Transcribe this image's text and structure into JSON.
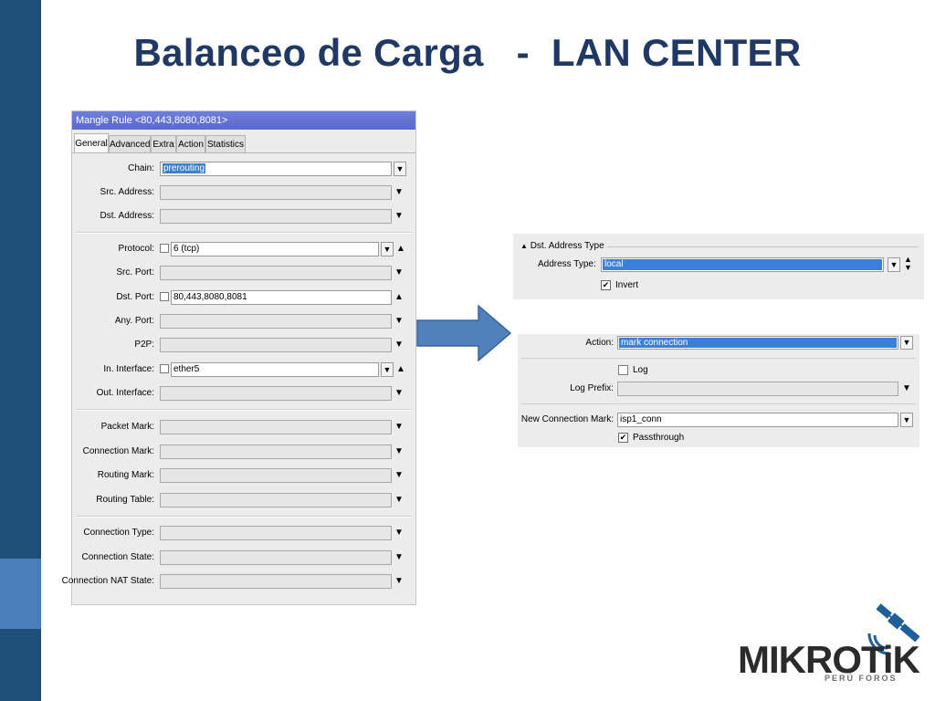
{
  "slide": {
    "title": "Balanceo de Carga   -  LAN CENTER",
    "colors": {
      "sidebar_dark": "#1f4e79",
      "sidebar_light": "#4a7ebb",
      "title": "#1f3864",
      "arrow": "#4f81bd",
      "selection": "#3a7fd9",
      "window_title": "#6372cf"
    }
  },
  "mangle_window": {
    "title": "Mangle Rule <80,443,8080,8081>",
    "tabs": [
      "General",
      "Advanced",
      "Extra",
      "Action",
      "Statistics"
    ],
    "active_tab": "General",
    "fields": {
      "chain": {
        "label": "Chain:",
        "value": "prerouting"
      },
      "src_address": {
        "label": "Src. Address:",
        "value": ""
      },
      "dst_address": {
        "label": "Dst. Address:",
        "value": ""
      },
      "protocol": {
        "label": "Protocol:",
        "value": "6 (tcp)"
      },
      "src_port": {
        "label": "Src. Port:",
        "value": ""
      },
      "dst_port": {
        "label": "Dst. Port:",
        "value": "80,443,8080,8081"
      },
      "any_port": {
        "label": "Any. Port:",
        "value": ""
      },
      "p2p": {
        "label": "P2P:",
        "value": ""
      },
      "in_interface": {
        "label": "In. Interface:",
        "value": "ether5"
      },
      "out_interface": {
        "label": "Out. Interface:",
        "value": ""
      },
      "packet_mark": {
        "label": "Packet Mark:",
        "value": ""
      },
      "connection_mark": {
        "label": "Connection Mark:",
        "value": ""
      },
      "routing_mark": {
        "label": "Routing Mark:",
        "value": ""
      },
      "routing_table": {
        "label": "Routing Table:",
        "value": ""
      },
      "connection_type": {
        "label": "Connection Type:",
        "value": ""
      },
      "connection_state": {
        "label": "Connection State:",
        "value": ""
      },
      "connection_nat_state": {
        "label": "Connection NAT State:",
        "value": ""
      }
    }
  },
  "dst_address_type_panel": {
    "group_label": "Dst. Address Type",
    "address_type_label": "Address Type:",
    "address_type_value": "local",
    "invert_label": "Invert",
    "invert_checked": true
  },
  "action_panel": {
    "action_label": "Action:",
    "action_value": "mark connection",
    "log_label": "Log",
    "log_checked": false,
    "log_prefix_label": "Log Prefix:",
    "log_prefix_value": "",
    "new_connection_mark_label": "New Connection Mark:",
    "new_connection_mark_value": "isp1_conn",
    "passthrough_label": "Passthrough",
    "passthrough_checked": true
  },
  "logo": {
    "text": "MIKROTiK",
    "subtitle": "PERÚ FOROS"
  }
}
